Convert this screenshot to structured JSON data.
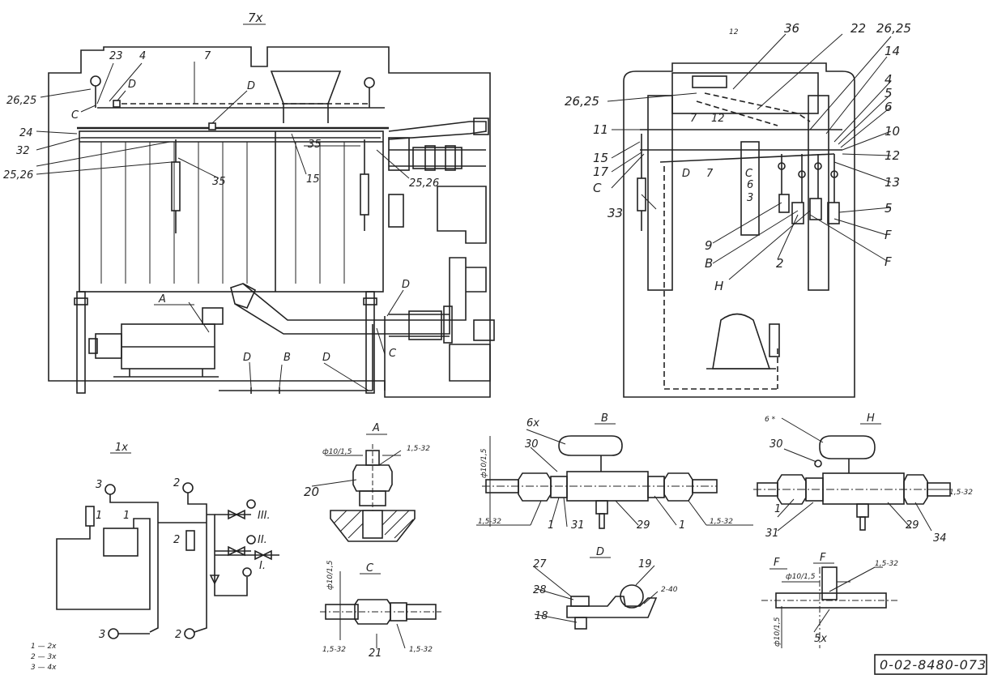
{
  "drawing_number": "0-02-8480-073",
  "left_view": {
    "title": "7x",
    "labels": {
      "l_26_25": "26,25",
      "l_23": "23",
      "l_4": "4",
      "l_7": "7",
      "l_D1": "D",
      "l_D2": "D",
      "l_C1": "C",
      "l_24": "24",
      "l_32": "32",
      "l_25_26a": "25,26",
      "l_35a": "35",
      "l_35b": "35",
      "l_15": "15",
      "l_25_26b": "25,26",
      "l_A": "A",
      "l_D3": "D",
      "l_D4": "D",
      "l_B": "B",
      "l_D5": "D",
      "l_C2": "C"
    }
  },
  "right_view": {
    "title": "12",
    "labels": {
      "r_36": "36",
      "r_22": "22",
      "r_26_25a": "26,25",
      "r_14": "14",
      "r_26_25b": "26,25",
      "r_4": "4",
      "r_5a": "5",
      "r_6a": "6",
      "r_7a": "7",
      "r_12a": "12",
      "r_11": "11",
      "r_10": "10",
      "r_15": "15",
      "r_12b": "12",
      "r_17": "17",
      "r_D": "D",
      "r_7b": "7",
      "r_C1": "C",
      "r_13": "13",
      "r_C2": "C",
      "r_6b": "6",
      "r_3": "3",
      "r_33": "33",
      "r_5b": "5",
      "r_F1": "F",
      "r_9": "9",
      "r_B": "B",
      "r_F2": "F",
      "r_2": "2",
      "r_H": "H"
    }
  },
  "scheme": {
    "title": "1x",
    "labels": {
      "s_3a": "3",
      "s_2a": "2",
      "s_1a": "1",
      "s_1b": "1",
      "s_2b": "2",
      "s_III": "III.",
      "s_II": "II.",
      "s_I": "I.",
      "s_3b": "3",
      "s_2c": "2"
    },
    "legend": [
      "1 — 2x",
      "2 — 3x",
      "3 — 4x"
    ]
  },
  "detail_A": {
    "title": "A",
    "labels": {
      "dim": "ф10/1,5",
      "weld": "1,5-32",
      "part": "20"
    }
  },
  "detail_C": {
    "title": "C",
    "labels": {
      "dim": "ф10/1,5",
      "weld_l": "1,5-32",
      "weld_r": "1,5-32",
      "part": "21"
    }
  },
  "detail_B": {
    "title": "B",
    "labels": {
      "top": "6x",
      "p30": "30",
      "dim": "ф10/1,5",
      "weld_l": "1,5-32",
      "p1a": "1",
      "p31": "31",
      "p29": "29",
      "p1b": "1",
      "weld_r": "1,5-32"
    }
  },
  "detail_H": {
    "title": "H",
    "labels": {
      "top": "6 *",
      "p30": "30",
      "weld_r": "1,5-32",
      "p1": "1",
      "p31": "31",
      "p29": "29",
      "p34": "34"
    }
  },
  "detail_D": {
    "title": "D",
    "labels": {
      "p27": "27",
      "p19": "19",
      "p28": "28",
      "weld": "2-40",
      "p18": "18"
    }
  },
  "detail_F": {
    "title": "F",
    "labels": {
      "side": "F",
      "dim_top": "ф10/1,5",
      "weld": "1,5-32",
      "dim_left": "ф10/1,5",
      "p5": "5x"
    }
  }
}
